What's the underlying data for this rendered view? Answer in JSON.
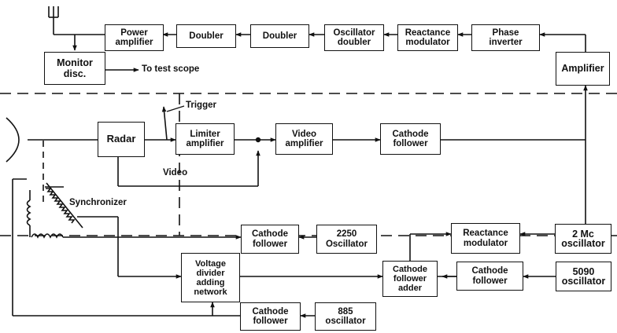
{
  "blocks": {
    "power_amplifier": "Power\namplifier",
    "doubler_1": "Doubler",
    "doubler_2": "Doubler",
    "oscillator_doubler": "Oscillator\ndoubler",
    "reactance_modulator_top": "Reactance\nmodulator",
    "phase_inverter": "Phase\ninverter",
    "monitor_disc": "Monitor\ndisc.",
    "amplifier": "Amplifier",
    "radar": "Radar",
    "limiter_amplifier": "Limiter\namplifier",
    "video_amplifier": "Video\namplifier",
    "cathode_follower_main": "Cathode\nfollower",
    "cathode_follower_2250": "Cathode\nfollower",
    "oscillator_2250": "2250\nOscillator",
    "reactance_modulator_bottom": "Reactance\nmodulator",
    "oscillator_2mc": "2 Mc\noscillator",
    "voltage_divider": "Voltage\ndivider\nadding\nnetwork",
    "cathode_follower_adder": "Cathode\nfollower\nadder",
    "cathode_follower_5090": "Cathode\nfollower",
    "oscillator_5090": "5090\noscillator",
    "cathode_follower_885": "Cathode\nfollower",
    "oscillator_885": "885\noscillator"
  },
  "labels": {
    "to_test_scope": "To test scope",
    "trigger": "Trigger",
    "video": "Video",
    "synchronizer": "Synchronizer"
  }
}
